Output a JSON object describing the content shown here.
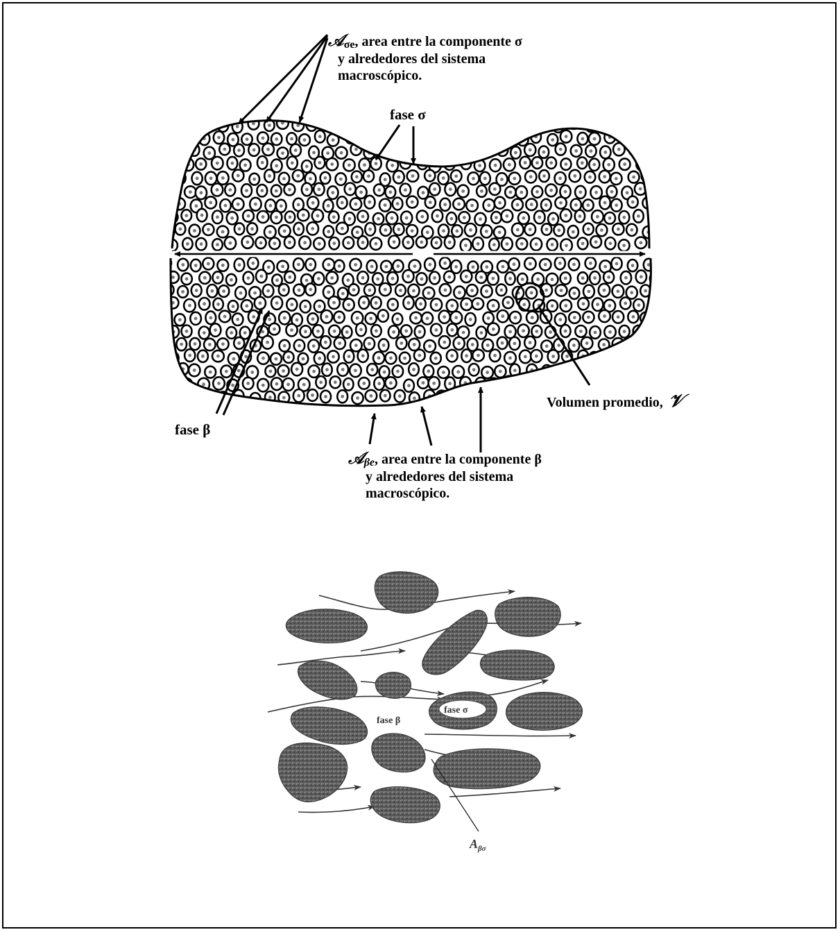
{
  "figure_top": {
    "label_sigma_e": {
      "symbol": "𝒜",
      "sub": "σe",
      "line1": ", area entre la componente σ",
      "line2": "y alrededores del sistema",
      "line3": "macroscópico."
    },
    "label_fase_sigma": "fase σ",
    "label_fase_beta": "fase β",
    "label_beta_e": {
      "symbol": "𝒜",
      "sub": "βe",
      "line1": ", area entre la componente β",
      "line2": "y alrededores del sistema",
      "line3": "macroscópico."
    },
    "label_volumen": "Volumen promedio,",
    "label_volumen_symbol": "𝒱"
  },
  "figure_bottom": {
    "label_fase_sigma": "fase σ",
    "label_fase_beta": "fase β",
    "label_interface": "A",
    "label_interface_sub": "βσ"
  }
}
